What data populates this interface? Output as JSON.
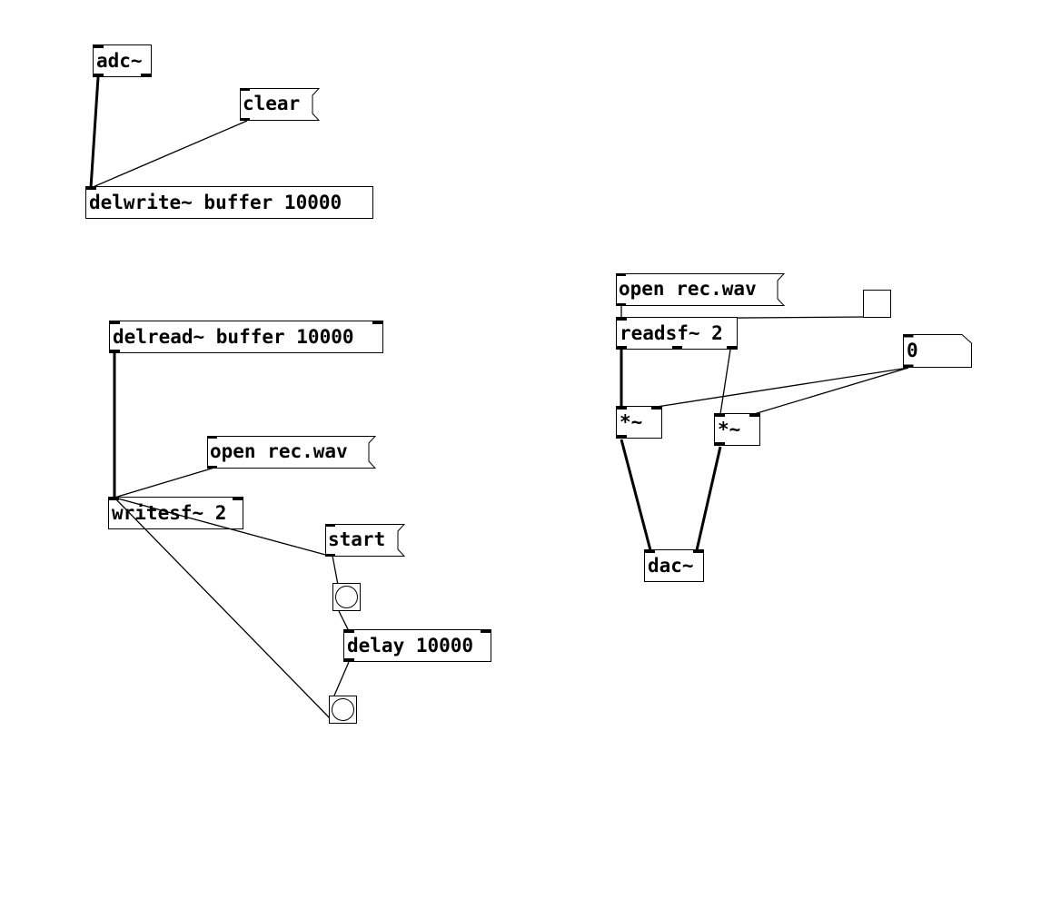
{
  "patch": {
    "adc": "adc~",
    "clear_msg": "clear",
    "delwrite": "delwrite~ buffer 10000",
    "delread": "delread~ buffer 10000",
    "open_msg_left": "open rec.wav",
    "writesf": "writesf~ 2",
    "start_msg": "start",
    "delay": "delay 10000",
    "open_msg_right": "open rec.wav",
    "readsf": "readsf~ 2",
    "number_atom": "0",
    "mul_left": "*~",
    "mul_right": "*~",
    "dac": "dac~"
  },
  "colors": {
    "background": "#ffffff",
    "ink": "#000000"
  }
}
